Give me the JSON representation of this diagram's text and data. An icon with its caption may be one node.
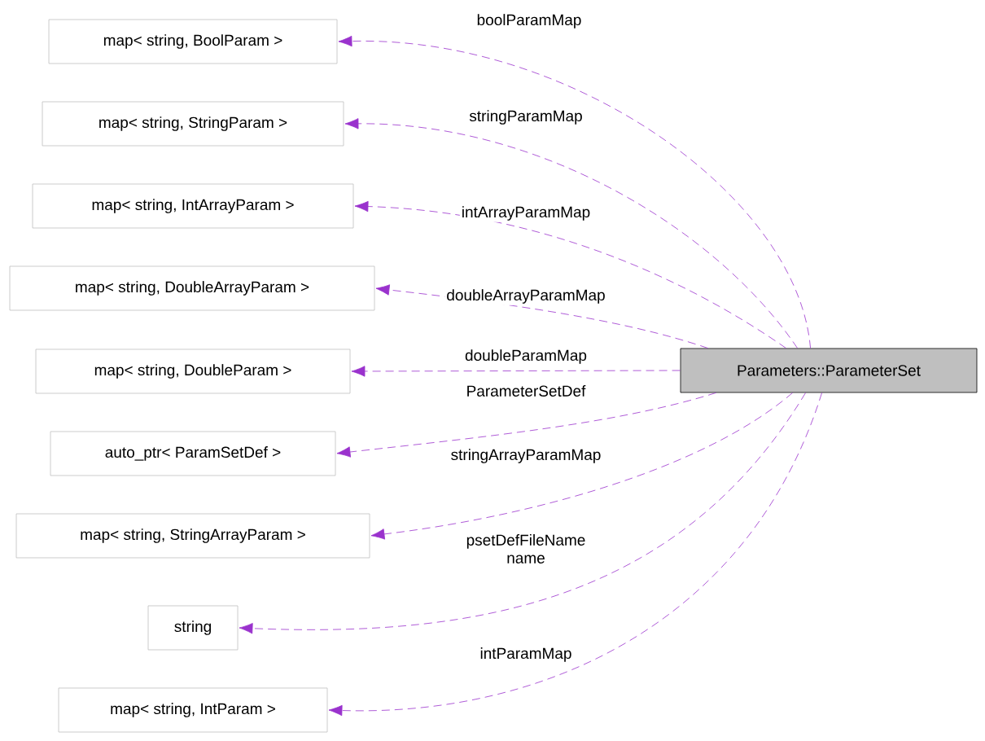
{
  "diagram": {
    "nodes": [
      {
        "text": [
          "Parameters::ParameterSet"
        ]
      },
      {
        "text": [
          "map< string, BoolParam >"
        ]
      },
      {
        "text": [
          "map< string, StringParam >"
        ]
      },
      {
        "text": [
          "map< string, IntArrayParam >"
        ]
      },
      {
        "text": [
          "map< string, DoubleArrayParam >"
        ]
      },
      {
        "text": [
          "map< string, DoubleParam >"
        ]
      },
      {
        "text": [
          "auto_ptr< ParamSetDef >"
        ]
      },
      {
        "text": [
          "map< string, StringArrayParam >"
        ]
      },
      {
        "text": [
          "string"
        ]
      },
      {
        "text": [
          "map< string, IntParam >"
        ]
      }
    ],
    "edges": [
      {
        "from": 0,
        "to": 1,
        "arrow": "to",
        "label": "boolParamMap",
        "style": "dashed",
        "color": "#9a32cd"
      },
      {
        "from": 0,
        "to": 2,
        "arrow": "to",
        "label": "stringParamMap",
        "style": "dashed",
        "color": "#9a32cd"
      },
      {
        "from": 0,
        "to": 3,
        "arrow": "to",
        "label": "intArrayParamMap",
        "style": "dashed",
        "color": "#9a32cd"
      },
      {
        "from": 0,
        "to": 4,
        "arrow": "to",
        "label": "doubleArrayParamMap",
        "style": "dashed",
        "color": "#9a32cd"
      },
      {
        "from": 0,
        "to": 5,
        "arrow": "to",
        "label": "doubleParamMap",
        "style": "dashed",
        "color": "#9a32cd"
      },
      {
        "from": 0,
        "to": 6,
        "arrow": "to",
        "label": "ParameterSetDef",
        "style": "dashed",
        "color": "#9a32cd"
      },
      {
        "from": 0,
        "to": 7,
        "arrow": "to",
        "label": "stringArrayParamMap",
        "style": "dashed",
        "color": "#9a32cd"
      },
      {
        "from": 0,
        "to": 8,
        "arrow": "to",
        "label": "psetDefFileName name",
        "style": "dashed",
        "color": "#9a32cd"
      },
      {
        "from": 0,
        "to": 9,
        "arrow": "to",
        "label": "intParamMap",
        "style": "dashed",
        "color": "#9a32cd"
      }
    ]
  }
}
